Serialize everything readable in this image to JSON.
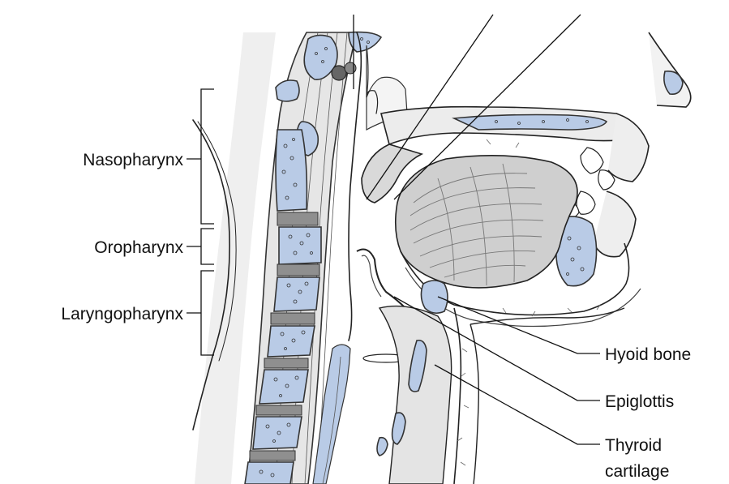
{
  "labels": {
    "nasopharynx": "Nasopharynx",
    "oropharynx": "Oropharynx",
    "laryngopharynx": "Laryngopharynx",
    "hyoid_bone": "Hyoid bone",
    "epiglottis": "Epiglottis",
    "thyroid_cartilage_line1": "Thyroid",
    "thyroid_cartilage_line2": "cartilage"
  },
  "colors": {
    "bone_fill": "#b9cbe6",
    "tissue_fill": "#ececec",
    "tissue_dark": "#d6d6d6",
    "disc_fill": "#8f8f8f",
    "tongue_fill": "#cfcfcf",
    "line": "#222222",
    "background": "#ffffff"
  }
}
